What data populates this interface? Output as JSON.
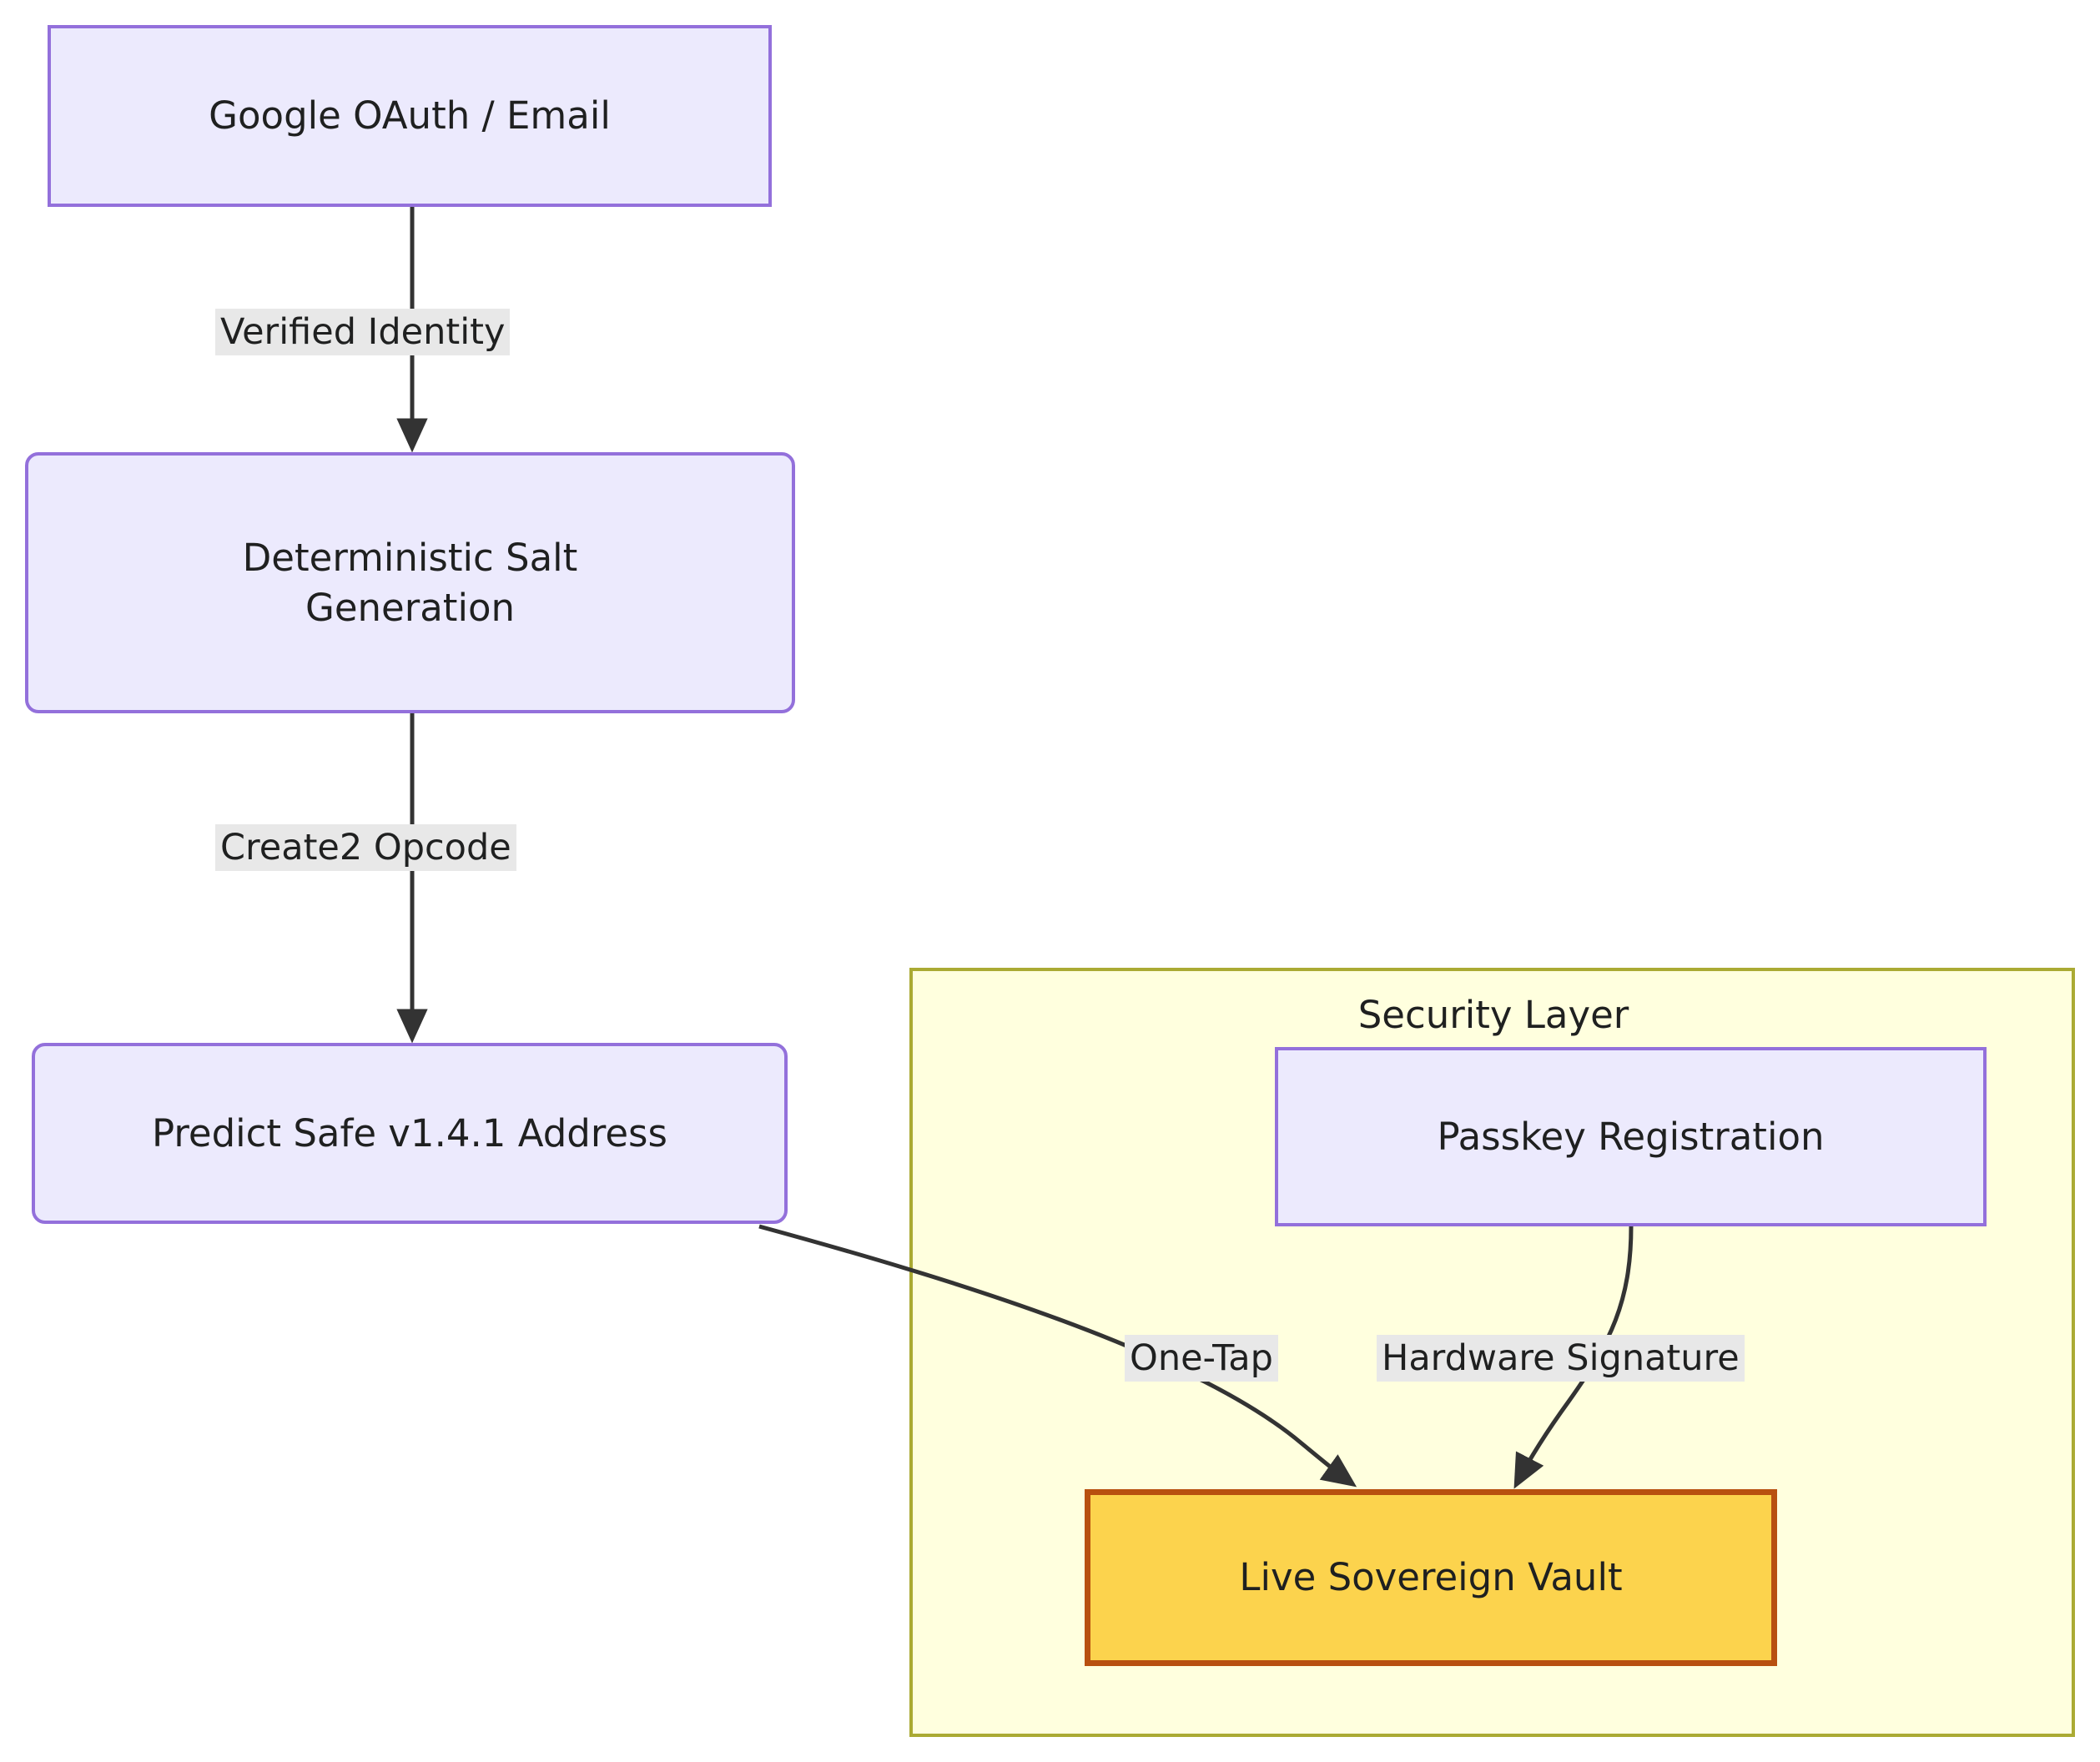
{
  "diagram": {
    "type": "flowchart",
    "direction": "top-down",
    "background_color": "#ffffff",
    "node_fill": "#ECEAFD",
    "node_stroke": "#9370DB",
    "vault_fill": "#FCD34D",
    "vault_stroke": "#B8500F",
    "cluster_fill": "#FFFFDE",
    "cluster_stroke": "#AAAA33",
    "edge_label_bg": "#E8E8E8",
    "edge_stroke": "#333333"
  },
  "nodes": {
    "oauth": {
      "label": "Google OAuth / Email"
    },
    "salt": {
      "label": "Deterministic Salt\nGeneration"
    },
    "predict": {
      "label": "Predict Safe v1.4.1 Address"
    },
    "passkey": {
      "label": "Passkey Registration"
    },
    "vault": {
      "label": "Live Sovereign Vault"
    }
  },
  "cluster": {
    "title": "Security Layer"
  },
  "edges": [
    {
      "from": "oauth",
      "to": "salt",
      "label": "Verified Identity"
    },
    {
      "from": "salt",
      "to": "predict",
      "label": "Create2 Opcode"
    },
    {
      "from": "predict",
      "to": "vault",
      "label": "One-Tap"
    },
    {
      "from": "passkey",
      "to": "vault",
      "label": "Hardware Signature"
    }
  ]
}
